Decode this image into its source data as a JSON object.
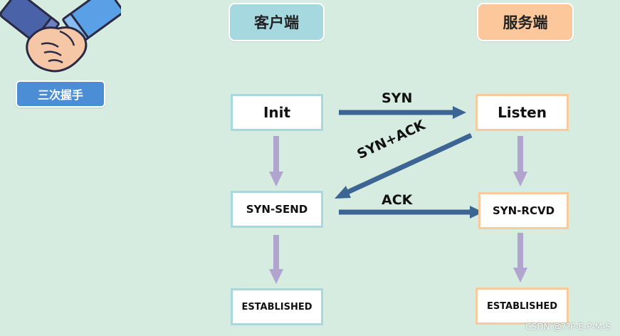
{
  "tag_label": "三次握手",
  "client": {
    "title": "客户端",
    "states": [
      "Init",
      "SYN-SEND",
      "ESTABLISHED"
    ]
  },
  "server": {
    "title": "服务端",
    "states": [
      "Listen",
      "SYN-RCVD",
      "ESTABLISHED"
    ]
  },
  "messages": {
    "syn": "SYN",
    "syn_ack": "SYN+ACK",
    "ack": "ACK"
  },
  "watermark": "CSDN @??P-E-P-M-S",
  "icon": "handshake-icon",
  "colors": {
    "background": "#d7ece0",
    "client_accent": "#a6d8e0",
    "server_accent": "#fcc79b",
    "message_arrow": "#3d6594",
    "state_arrow": "#b1a4cf",
    "tag": "#4b8ed6"
  }
}
